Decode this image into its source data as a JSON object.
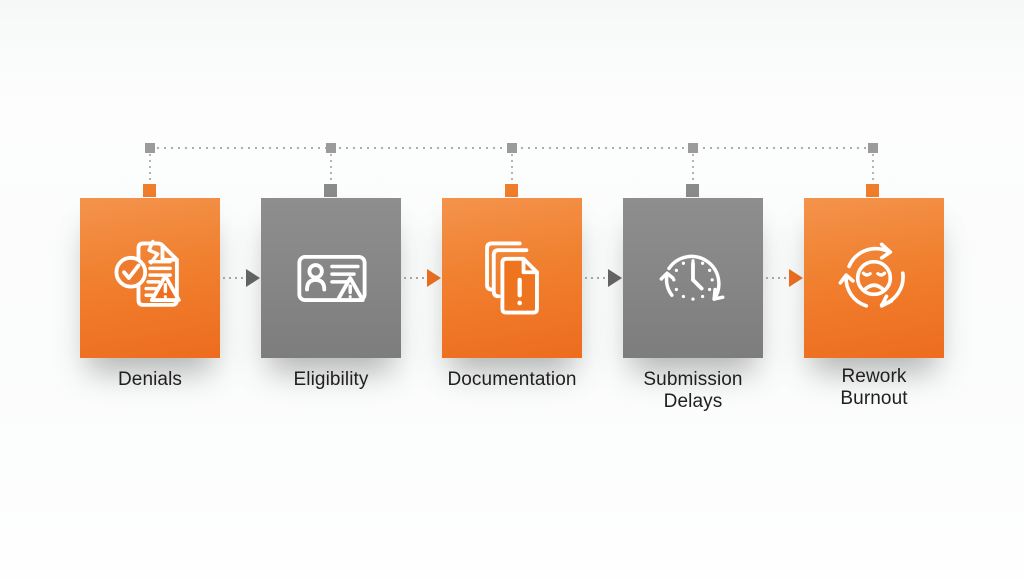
{
  "diagram": {
    "steps": [
      {
        "label": "Denials",
        "variant": "orange",
        "icon": "torn-claim-warning-icon"
      },
      {
        "label": "Eligibility",
        "variant": "gray",
        "icon": "id-card-warning-icon"
      },
      {
        "label": "Documentation",
        "variant": "orange",
        "icon": "document-stack-alert-icon"
      },
      {
        "label": "Submission\nDelays",
        "variant": "gray",
        "icon": "clock-delay-icon"
      },
      {
        "label": "Rework\nBurnout",
        "variant": "orange",
        "icon": "rework-cycle-sad-face-icon"
      }
    ],
    "connectors": {
      "top_rail_node_color": "#9B9B9B",
      "rail_line_color": "#AEAEAE",
      "stub_colors": [
        "#EF7D2B",
        "#8A8A8A",
        "#EF7D2B",
        "#8A8A8A",
        "#EF7D2B"
      ],
      "arrow_colors": [
        "#646464",
        "#EF6E1D",
        "#646464",
        "#EF6E1D"
      ]
    },
    "colors": {
      "orange_gradient_top": "#F4934C",
      "orange_gradient_bottom": "#EE6C1E",
      "gray_gradient_top": "#8E8E8E",
      "gray_gradient_bottom": "#7D7D7D",
      "background": "#FBFCFC",
      "label_text": "#1F1F1F",
      "icon_stroke": "#FFFFFF"
    }
  }
}
